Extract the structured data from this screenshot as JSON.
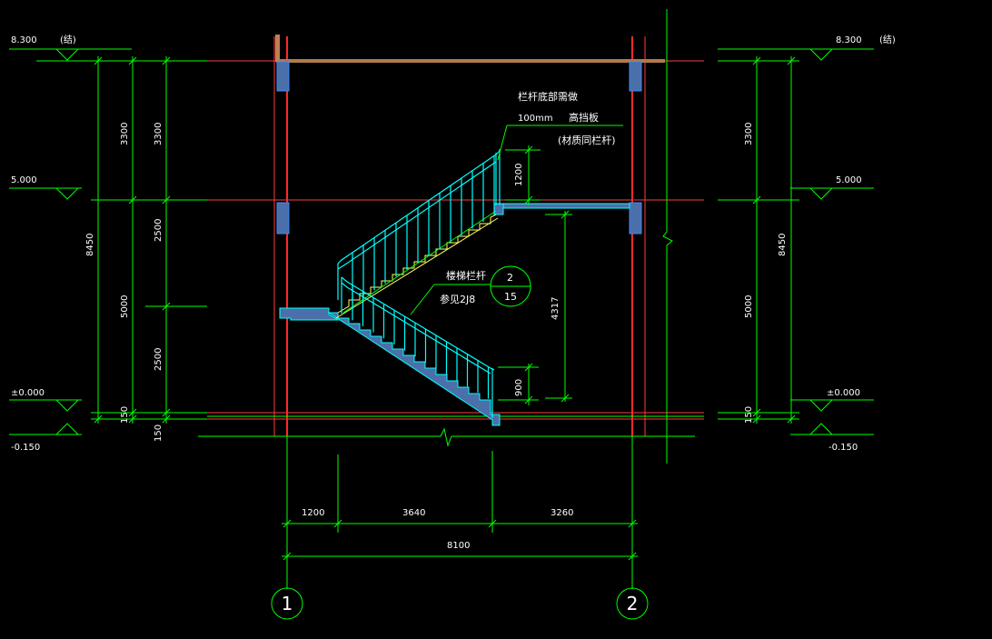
{
  "levels": {
    "top": "8.300",
    "top_note": "(结)",
    "mid": "5.000",
    "zero": "±0.000",
    "bottom": "-0.150"
  },
  "left_dims": {
    "outer_total": "8450",
    "inner_3300": "3300",
    "inner_5000": "5000",
    "inner_150": "150",
    "far_3300": "3300",
    "far_2500a": "2500",
    "far_2500b": "2500",
    "far_150": "150"
  },
  "right_dims": {
    "outer_total": "8450",
    "inner_3300": "3300",
    "inner_5000": "5000",
    "inner_150": "150"
  },
  "stair_dims": {
    "rail_height_upper": "1200",
    "rail_height_lower": "900",
    "height_4317": "4317"
  },
  "bottom_dims": {
    "seg1": "1200",
    "seg2": "3640",
    "seg3": "3260",
    "total": "8100"
  },
  "axes": {
    "axis1": "1",
    "axis2": "2"
  },
  "notes": {
    "note1_line1": "栏杆底部需做",
    "note1_line2_a": "100mm",
    "note1_line2_b": "高挡板",
    "note1_line3": "(材质同栏杆)",
    "note2_line1": "楼梯栏杆",
    "note2_line2": "参见2J8",
    "detail_num": "2",
    "detail_sheet": "15"
  }
}
